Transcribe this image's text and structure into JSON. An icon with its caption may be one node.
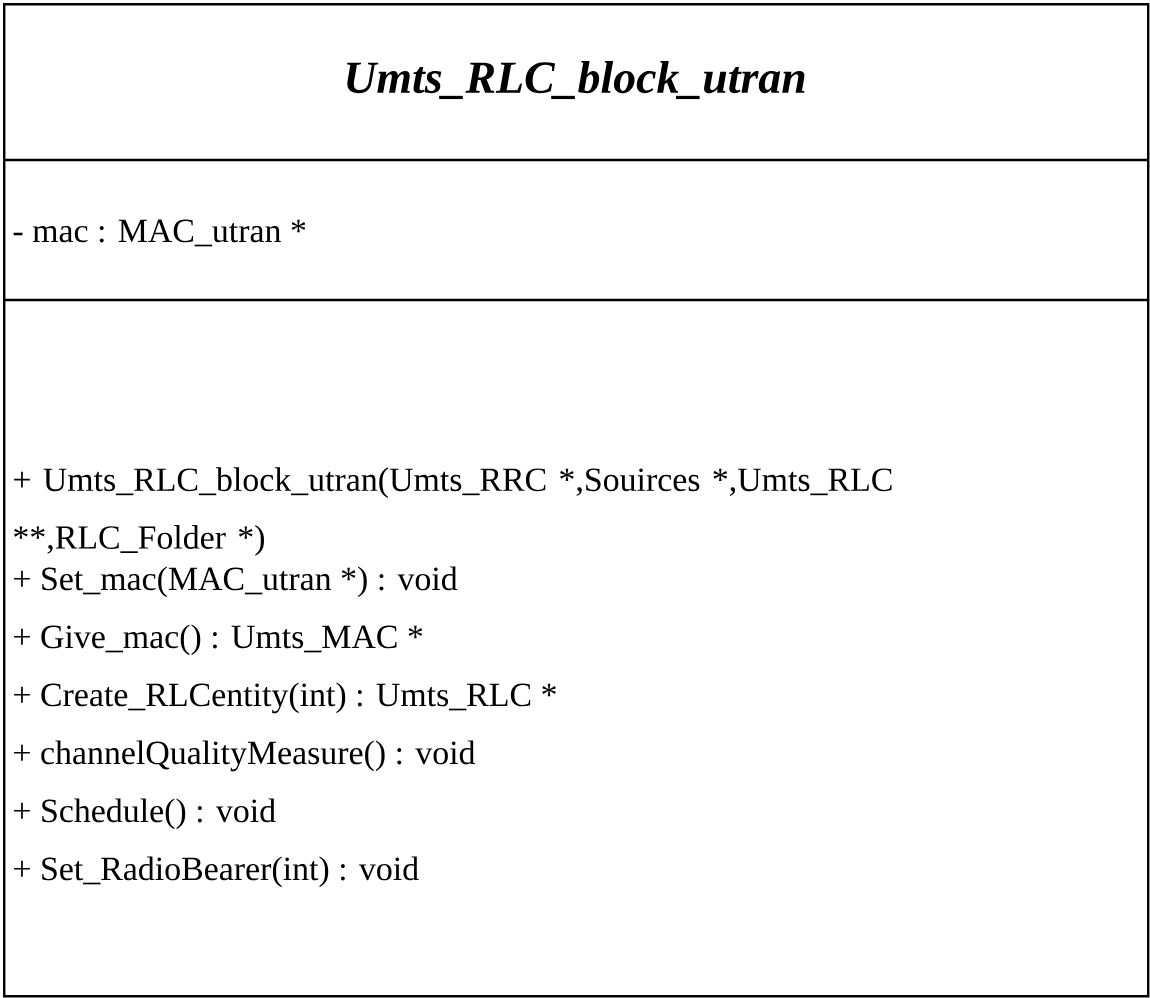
{
  "diagram": {
    "nodes": [
      {
        "text": [
          "Umts_RLC_block_utran",
          "- mac : MAC_utran *",
          "+ Umts_RLC_block_utran(Umts_RRC *,Souirces *,Umts_RLC **,RLC_Folder *)",
          "+ Set_mac(MAC_utran *) : void",
          "+ Give_mac() : Umts_MAC *",
          "+ Create_RLCentity(int) : Umts_RLC *",
          "+ channelQualityMeasure() : void",
          "+ Schedule() : void",
          "+ Set_RadioBearer(int) : void"
        ]
      }
    ]
  }
}
